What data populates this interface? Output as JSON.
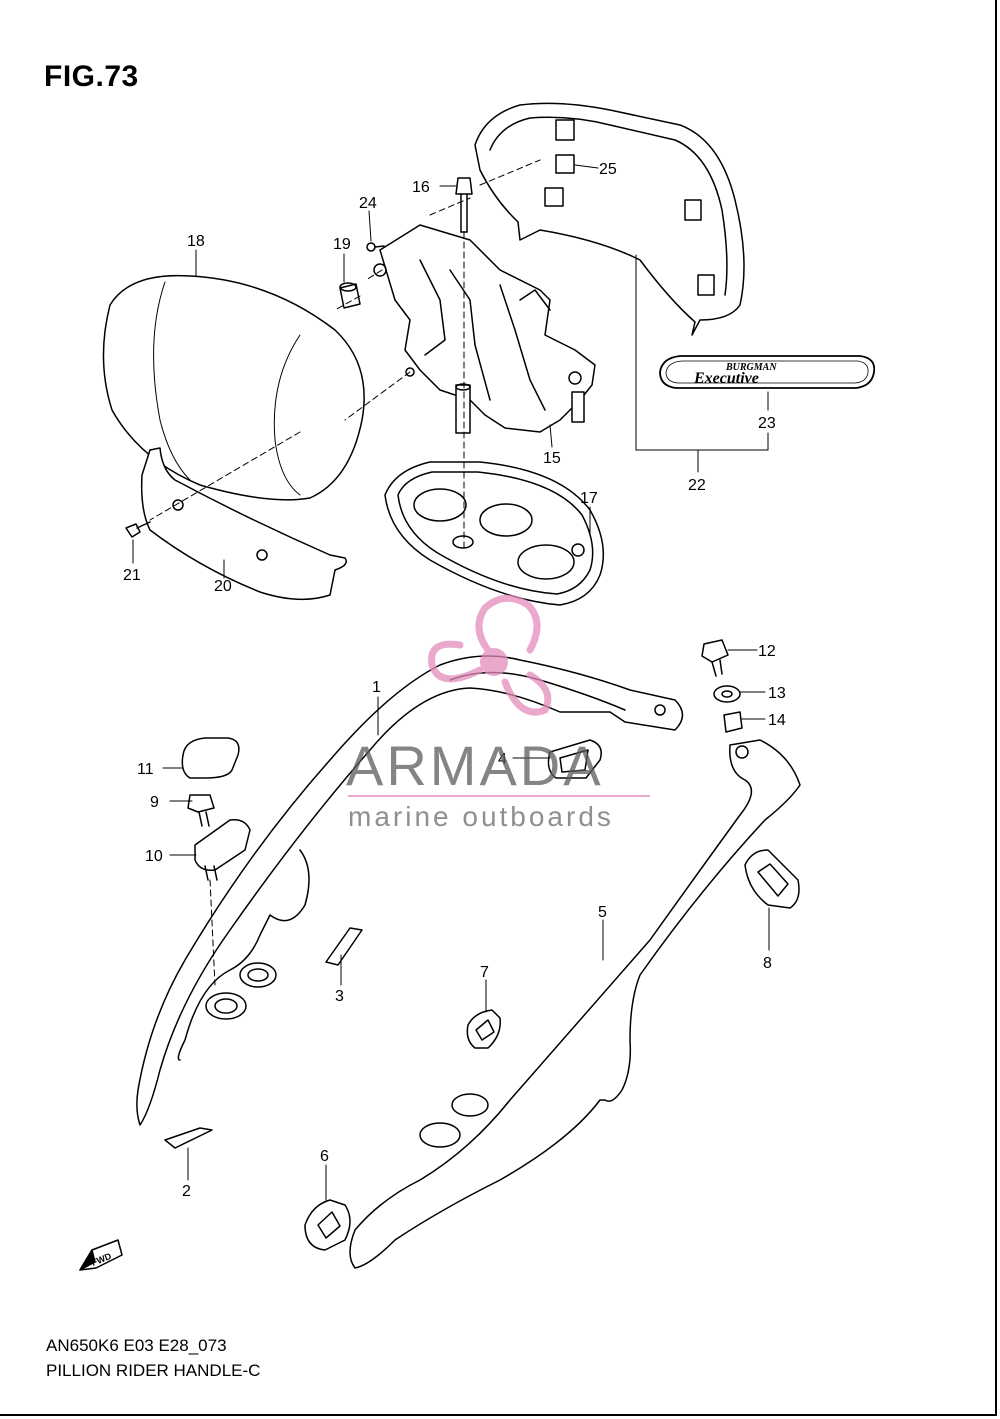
{
  "figure": {
    "title": "FIG.73",
    "model_code": "AN650K6 E03 E28_073",
    "assembly_name": "PILLION RIDER HANDLE-C"
  },
  "watermark": {
    "brand": "ARMADA",
    "tagline": "marine outboards",
    "accent_color": "#e58bbd"
  },
  "emblem_text": {
    "line1": "BURGMAN",
    "line2": "Executive"
  },
  "direction_marker": "FWD",
  "callouts": [
    "1",
    "2",
    "3",
    "4",
    "5",
    "6",
    "7",
    "8",
    "9",
    "10",
    "11",
    "12",
    "13",
    "14",
    "15",
    "16",
    "17",
    "18",
    "19",
    "20",
    "21",
    "22",
    "23",
    "24",
    "25"
  ]
}
